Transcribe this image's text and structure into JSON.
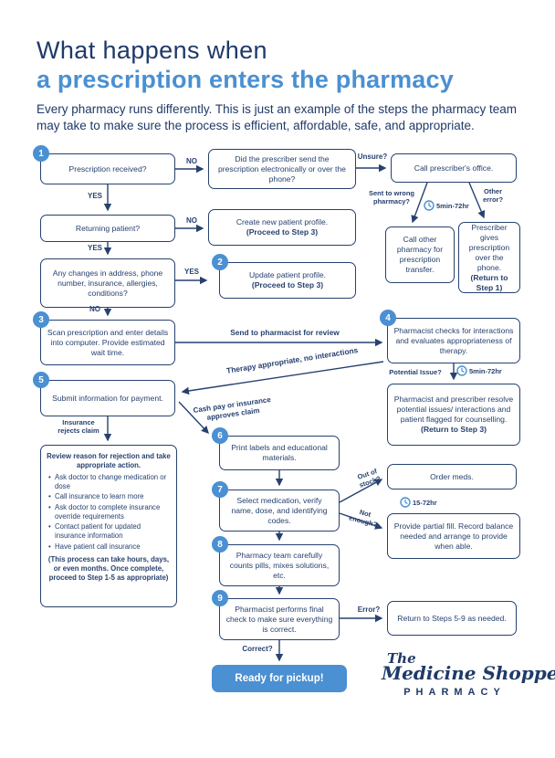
{
  "header": {
    "title_line1": "What happens when",
    "title_line2": "a prescription enters the pharmacy",
    "subtitle": "Every pharmacy runs differently. This is just an example of the steps the pharmacy team may take to make sure the process is efficient, affordable, safe, and appropriate."
  },
  "colors": {
    "navy": "#27416f",
    "blue": "#4a90d2"
  },
  "nodes": {
    "prescription_received": {
      "step": "1",
      "text": "Prescription received?"
    },
    "prescriber_send": {
      "text": "Did the prescriber send the prescription electronically or over the phone?"
    },
    "call_prescriber": {
      "text": "Call prescriber's office."
    },
    "call_other_pharmacy": {
      "text": "Call other pharmacy for prescription transfer."
    },
    "prescriber_gives": {
      "text": "Prescriber gives prescription over the phone.",
      "bold": "(Return to Step 1)"
    },
    "returning_patient": {
      "text": "Returning patient?"
    },
    "create_profile": {
      "text": "Create new patient profile.",
      "bold": "(Proceed to Step 3)"
    },
    "any_changes": {
      "text": "Any changes in address, phone number, insurance, allergies, conditions?"
    },
    "update_profile": {
      "step": "2",
      "text": "Update patient profile.",
      "bold": "(Proceed to Step 3)"
    },
    "scan_prescription": {
      "step": "3",
      "text": "Scan prescription and enter details into computer. Provide estimated wait time."
    },
    "pharmacist_checks": {
      "step": "4",
      "text": "Pharmacist checks for interactions and evaluates appropriateness of therapy."
    },
    "resolve_issues": {
      "text": "Pharmacist and prescriber resolve potential issues/ interactions and patient flagged for counselling.",
      "bold": "(Return to Step 3)"
    },
    "submit_payment": {
      "step": "5",
      "text": "Submit information for payment."
    },
    "rejection": {
      "intro": "Review reason for rejection and take appropriate action.",
      "bullets": [
        "Ask doctor to change medication or dose",
        "Call insurance to learn more",
        "Ask doctor to complete insurance override requirements",
        "Contact patient for updated insurance information",
        "Have patient call insurance"
      ],
      "note": "(This process can take hours, days, or even months. Once complete, proceed to Step 1-5 as appropriate)"
    },
    "print_labels": {
      "step": "6",
      "text": "Print labels and educational materials."
    },
    "select_medication": {
      "step": "7",
      "text": "Select medication, verify name, dose, and identifying codes."
    },
    "order_meds": {
      "text": "Order meds."
    },
    "partial_fill": {
      "text": "Provide partial fill. Record balance needed and arrange to provide when able."
    },
    "counts_pills": {
      "step": "8",
      "text": "Pharmacy team carefully counts pills, mixes solutions, etc."
    },
    "final_check": {
      "step": "9",
      "text": "Pharmacist performs final check to make sure everything is correct."
    },
    "return_steps": {
      "text": "Return to Steps 5-9 as needed."
    },
    "ready": {
      "text": "Ready for pickup!"
    }
  },
  "labels": {
    "no_prescription": "NO",
    "yes_prescription": "YES",
    "unsure": "Unsure?",
    "sent_wrong": "Sent to wrong pharmacy?",
    "other_error": "Other error?",
    "clock_transfer": "5min-72hr",
    "no_returning": "NO",
    "yes_returning": "YES",
    "yes_changes": "YES",
    "no_changes": "NO",
    "send_review": "Send to pharmacist for review",
    "potential_issue": "Potential Issue?",
    "clock_issue": "5min-72hr",
    "therapy_ok": "Therapy appropriate, no interactions",
    "insurance_rejects": "Insurance rejects claim",
    "cash_pay": "Cash pay or insurance approves claim",
    "out_of_stock": "Out of stock?",
    "not_enough": "Not enough?",
    "clock_partial": "15-72hr",
    "error": "Error?",
    "correct": "Correct?"
  },
  "logo": {
    "the": "The",
    "name": "Medicine Shoppe",
    "reg": "®",
    "word": "PHARMACY"
  }
}
